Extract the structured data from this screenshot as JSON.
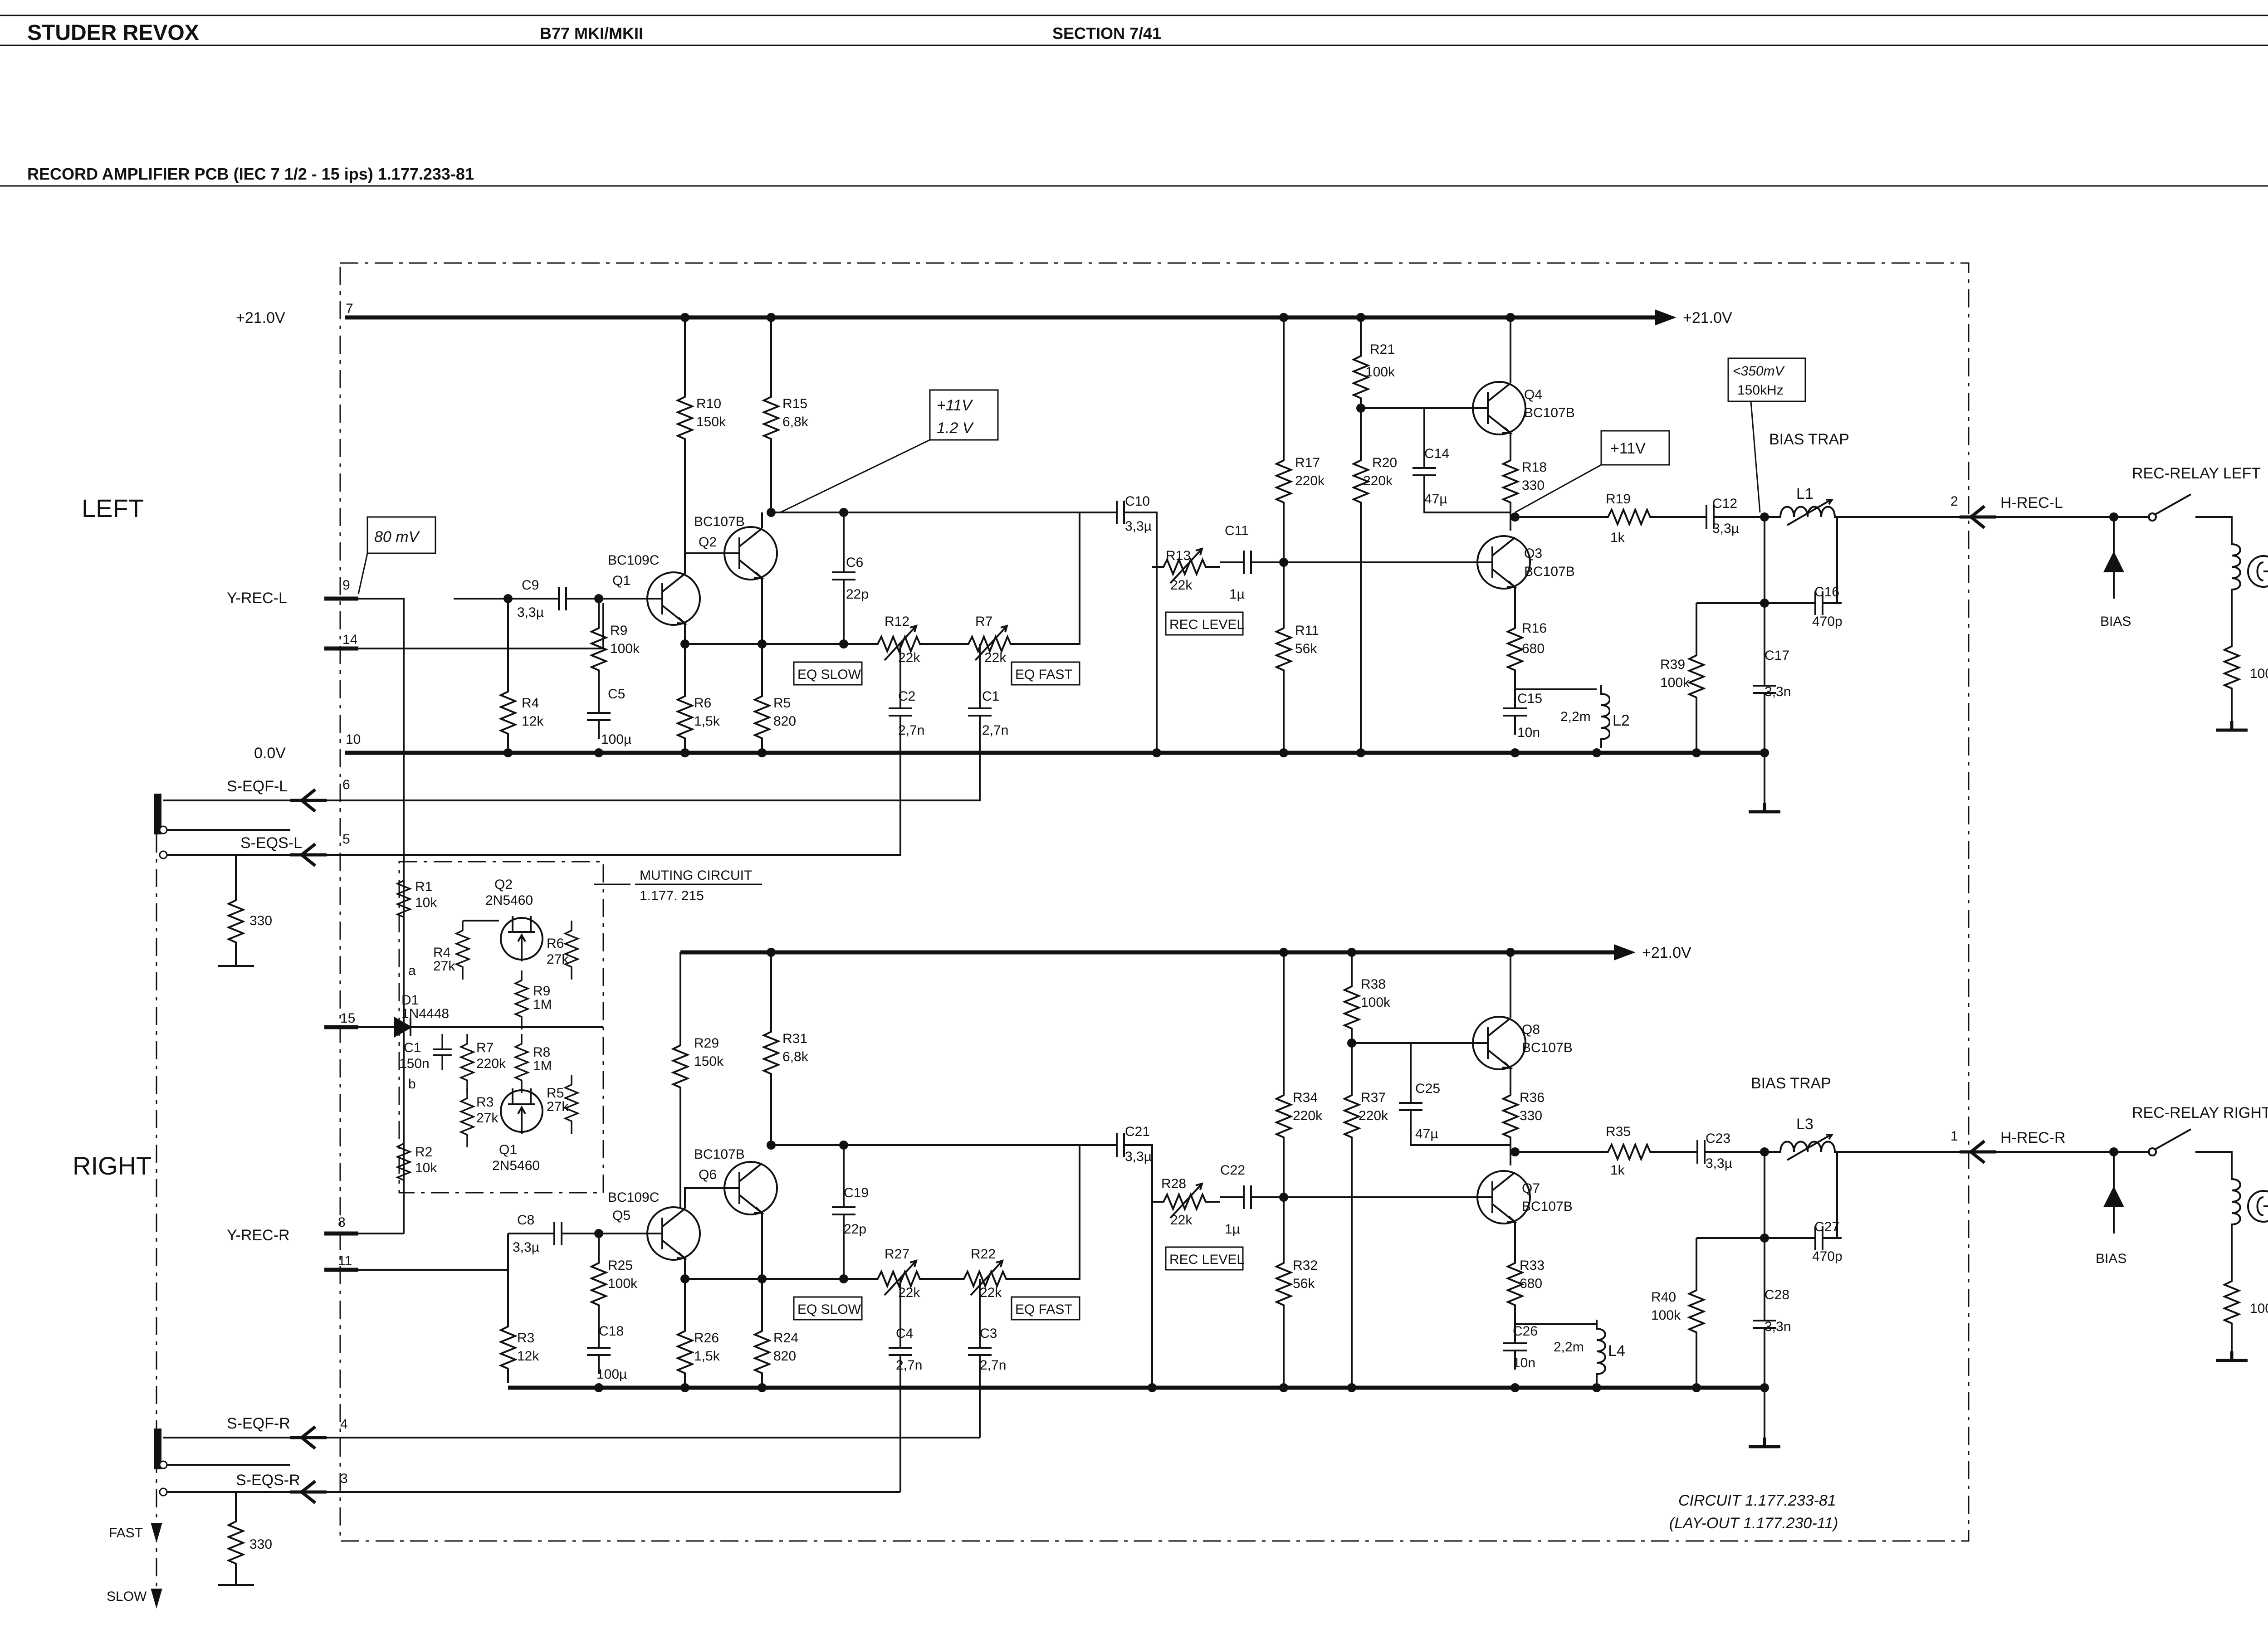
{
  "header": {
    "brand": "STUDER REVOX",
    "model": "B77 MKI/MKII",
    "section": "SECTION 7/41"
  },
  "title": "RECORD AMPLIFIER PCB (IEC 7 1/2 - 15 ips)  1.177.233-81",
  "channels": {
    "left": "LEFT",
    "right": "RIGHT"
  },
  "rails": {
    "v21": "+21.0V",
    "v21r": "+21.0V",
    "v0": "0.0V"
  },
  "pins": {
    "p7": "7",
    "p9": "9",
    "p14": "14",
    "p10": "10",
    "p6": "6",
    "p5": "5",
    "p15": "15",
    "p8": "8",
    "p11": "11",
    "p4": "4",
    "p3": "3",
    "p2": "2",
    "p1": "1"
  },
  "connectors": {
    "yrecl": "Y-REC-L",
    "yrecr": "Y-REC-R",
    "seqfl": "S-EQF-L",
    "seqsl": "S-EQS-L",
    "seqfr": "S-EQF-R",
    "seqsr": "S-EQS-R",
    "hrecl": "H-REC-L",
    "hrecr": "H-REC-R"
  },
  "annotations": {
    "mv80": "80 mV",
    "v11a": "+11V",
    "v12": "1.2 V",
    "v11b": "+11V",
    "mv350": "<350mV",
    "khz150": "150kHz",
    "biastrap_l": "BIAS TRAP",
    "biastrap_r": "BIAS TRAP",
    "relay_l": "REC-RELAY LEFT",
    "relay_r": "REC-RELAY RIGHT",
    "bias_l": "BIAS",
    "bias_r": "BIAS",
    "r100_l": "100",
    "r100_r": "100",
    "r330_l": "330",
    "r330_r": "330",
    "fast": "FAST",
    "slow": "SLOW",
    "muting": "MUTING CIRCUIT",
    "muting_no": "1.177. 215",
    "circuit": "CIRCUIT  1.177.233-81",
    "layout": "(LAY-OUT  1.177.230-11)"
  },
  "left_parts": {
    "c9": "C9",
    "c9v": "3,3µ",
    "q1": "Q1",
    "q1t": "BC109C",
    "q2": "Q2",
    "q2t": "BC107B",
    "r10": "R10",
    "r10v": "150k",
    "r15": "R15",
    "r15v": "6,8k",
    "r9": "R9",
    "r9v": "100k",
    "r4": "R4",
    "r4v": "12k",
    "c5": "C5",
    "c5v": "100µ",
    "r6": "R6",
    "r6v": "1,5k",
    "r5": "R5",
    "r5v": "820",
    "c6": "C6",
    "c6v": "22p",
    "r12": "R12",
    "r12v": "22k",
    "r7": "R7",
    "r7v": "22k",
    "c2": "C2",
    "c2v": "2,7n",
    "c1": "C1",
    "c1v": "2,7n",
    "eqslow": "EQ SLOW",
    "eqfast": "EQ FAST",
    "c10": "C10",
    "c10v": "3,3µ",
    "r13": "R13",
    "r13v": "22k",
    "reclevel": "REC LEVEL",
    "c11": "C11",
    "c11v": "1µ",
    "r17": "R17",
    "r17v": "220k",
    "r11": "R11",
    "r11v": "56k",
    "r21": "R21",
    "r21v": "100k",
    "r20": "R20",
    "r20v": "220k",
    "c14": "C14",
    "c14v": "47µ",
    "q4": "Q4",
    "q4t": "BC107B",
    "r18": "R18",
    "r18v": "330",
    "q3": "Q3",
    "q3t": "BC107B",
    "r16": "R16",
    "r16v": "680",
    "c15": "C15",
    "c15v": "10n",
    "l2": "L2",
    "l2v": "2,2m",
    "r19": "R19",
    "r19v": "1k",
    "c12": "C12",
    "c12v": "3,3µ",
    "l1": "L1",
    "c16": "C16",
    "c16v": "470p",
    "r39": "R39",
    "r39v": "100k",
    "c17": "C17",
    "c17v": "3,3n"
  },
  "right_parts": {
    "c8": "C8",
    "c8v": "3,3µ",
    "q5": "Q5",
    "q5t": "BC109C",
    "q6": "Q6",
    "q6t": "BC107B",
    "r29": "R29",
    "r29v": "150k",
    "r31": "R31",
    "r31v": "6,8k",
    "r25": "R25",
    "r25v": "100k",
    "r3": "R3",
    "r3v": "12k",
    "c18": "C18",
    "c18v": "100µ",
    "r26": "R26",
    "r26v": "1,5k",
    "r24": "R24",
    "r24v": "820",
    "c19": "C19",
    "c19v": "22p",
    "r27": "R27",
    "r27v": "22k",
    "r22": "R22",
    "r22v": "22k",
    "c4": "C4",
    "c4v": "2,7n",
    "c3": "C3",
    "c3v": "2,7n",
    "eqslow": "EQ SLOW",
    "eqfast": "EQ FAST",
    "c21": "C21",
    "c21v": "3,3µ",
    "r28": "R28",
    "r28v": "22k",
    "reclevel": "REC LEVEL",
    "c22": "C22",
    "c22v": "1µ",
    "r34": "R34",
    "r34v": "220k",
    "r32": "R32",
    "r32v": "56k",
    "r38": "R38",
    "r38v": "100k",
    "r37": "R37",
    "r37v": "220k",
    "c25": "C25",
    "c25v": "47µ",
    "q8": "Q8",
    "q8t": "BC107B",
    "r36": "R36",
    "r36v": "330",
    "q7": "Q7",
    "q7t": "BC107B",
    "r33": "R33",
    "r33v": "680",
    "c26": "C26",
    "c26v": "10n",
    "l4": "L4",
    "l4v": "2,2m",
    "r35": "R35",
    "r35v": "1k",
    "c23": "C23",
    "c23v": "3,3µ",
    "l3": "L3",
    "c27": "C27",
    "c27v": "470p",
    "r40": "R40",
    "r40v": "100k",
    "c28": "C28",
    "c28v": "3,3n"
  },
  "muting_parts": {
    "r1": "R1",
    "r1v": "10k",
    "q2": "Q2",
    "q2t": "2N5460",
    "r4": "R4",
    "r4v": "27k",
    "r6": "R6",
    "r6v": "27k",
    "a": "a",
    "r9": "R9",
    "r9v": "1M",
    "d1": "D1",
    "d1t": "1N4448",
    "c1": "C1",
    "c1v": "150n",
    "r7": "R7",
    "r7v": "220k",
    "r8": "R8",
    "r8v": "1M",
    "b": "b",
    "r3": "R3",
    "r3v": "27k",
    "r5": "R5",
    "r5v": "27k",
    "r2": "R2",
    "r2v": "10k",
    "q1": "Q1",
    "q1t": "2N5460"
  }
}
